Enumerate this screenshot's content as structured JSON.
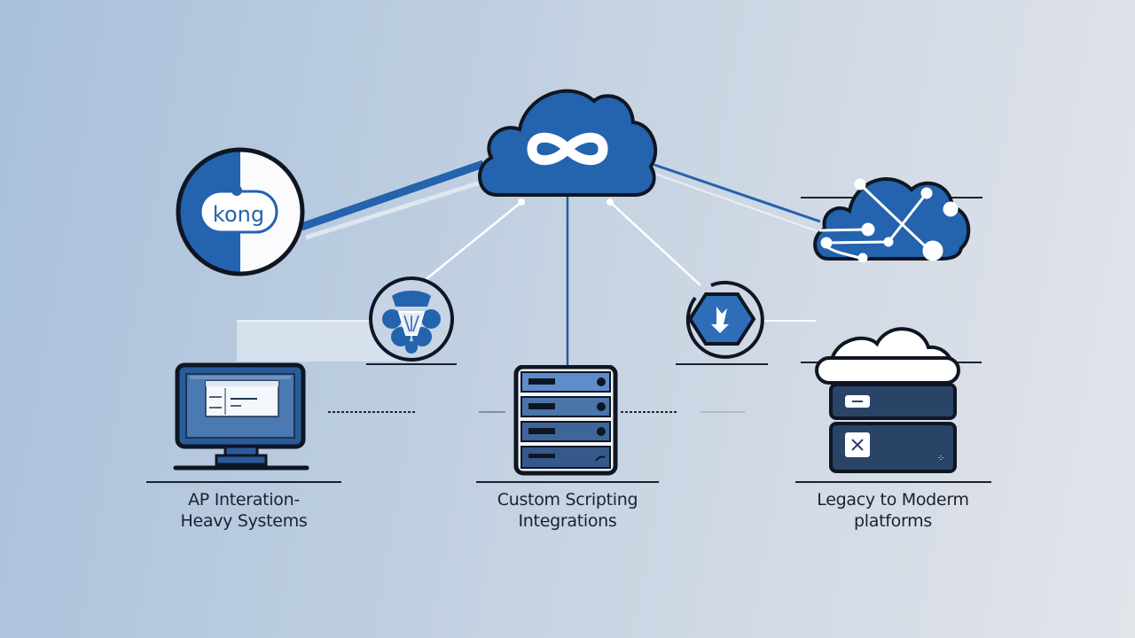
{
  "diagram": {
    "hub": {
      "name": "integration-cloud",
      "icon": "infinity-icon"
    },
    "kong": {
      "logo_text": "kong"
    },
    "network_cloud": {
      "icon": "network-nodes-icon"
    },
    "connectors": [
      {
        "name": "plugin-connector",
        "icon": "plugin-ornament-icon"
      },
      {
        "name": "download-connector",
        "icon": "arrow-down-hexagon-icon"
      }
    ],
    "nodes": [
      {
        "label_line1": "AP Interation-",
        "label_line2": "Heavy Systems",
        "icon": "monitor-icon"
      },
      {
        "label_line1": "Custom Scripting",
        "label_line2": "Integrations",
        "icon": "server-rack-icon"
      },
      {
        "label_line1": "Legacy to Moderm",
        "label_line2": "platforms",
        "icon": "cloud-server-icon"
      }
    ]
  },
  "colors": {
    "primary_blue": "#2463ad",
    "dark_navy": "#2a4468",
    "outline": "#0f1623",
    "white": "#ffffff"
  }
}
